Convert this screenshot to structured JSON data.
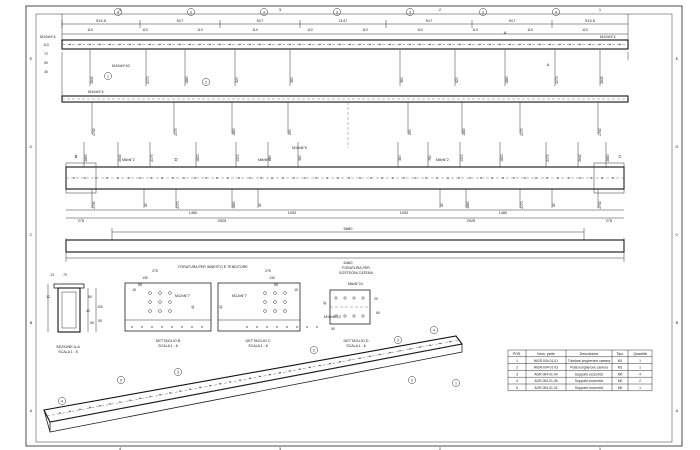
{
  "borders": {
    "cols_top": [
      "4",
      "3",
      "2",
      "1"
    ],
    "rows_left": [
      "E",
      "D",
      "C",
      "B",
      "A"
    ]
  },
  "top_view": {
    "dims_top": [
      "913.5",
      "917",
      "917",
      "1147",
      "917",
      "917",
      "913.5"
    ],
    "dims_small": [
      "110",
      "110",
      "110",
      "110",
      "110",
      "110",
      "110",
      "110",
      "110",
      "110"
    ],
    "callouts": [
      "4",
      "2",
      "3",
      "3",
      "3",
      "2",
      "4"
    ],
    "section_marks": [
      "A",
      "A"
    ],
    "label_left": "M10xN°4",
    "label_right": "M10xN°4",
    "label_bottom": "M10xN°40",
    "dims_left": [
      "110",
      "72",
      "50",
      "30"
    ],
    "dims_bottom": [
      "2640",
      "2070",
      "1880",
      "920",
      "360",
      "360",
      "920",
      "1880",
      "2070",
      "2640"
    ],
    "callouts_bottom": [
      "1",
      "2"
    ]
  },
  "strip_view": {
    "label": "M10xN°4",
    "dims": [
      "2740",
      "2070",
      "1880",
      "690",
      "690",
      "1880",
      "2070",
      "2740"
    ]
  },
  "side_view": {
    "dims_top": [
      "2860",
      "2640",
      "2070",
      "1820",
      "1300",
      "780",
      "360",
      "360",
      "780",
      "1300",
      "1820",
      "2070",
      "2640",
      "2860"
    ],
    "labels": [
      "M8xN°2",
      "M10xN°9",
      "M8xN°2",
      "M8xN°2"
    ],
    "detail_markers": [
      "B",
      "D",
      "C"
    ],
    "dims_small": [
      "2740",
      "40",
      "2070",
      "1880",
      "40",
      "40",
      "1880",
      "2070",
      "40",
      "2740"
    ],
    "dims_mid": [
      "1460",
      "1000",
      "1000",
      "1460"
    ],
    "dims_bottom": [
      "275",
      "2925",
      "2925",
      "275"
    ]
  },
  "full_view": {
    "dim_inner": "5680",
    "dim_total": "6460"
  },
  "section_aa": {
    "title": "SEZIONE A-A",
    "scale": "SCALA 1 : 5",
    "dims": [
      "13",
      "70",
      "12",
      "50",
      "40",
      "100",
      "50",
      "50"
    ]
  },
  "detail_b": {
    "header": "FORATURA PER INNESTO E TENDITORE",
    "title": "DETTAGLIO B",
    "scale": "SCALA 1 : 6",
    "dims": [
      "275",
      "130",
      "55",
      "15",
      "M12xN°7",
      "15",
      "55",
      "40",
      "40"
    ]
  },
  "detail_c": {
    "title": "DETTAGLIO C",
    "scale": "SCALA 1 : 6",
    "dims": [
      "275",
      "130",
      "55",
      "15",
      "M12xN°7",
      "15",
      "55",
      "40",
      "40"
    ]
  },
  "detail_d": {
    "header_1": "FORATURA PER",
    "header_2": "SOSTEGNI CATENA",
    "title": "DETTAGLIO D",
    "scale": "SCALA 1 : 6",
    "dims": [
      "M8xN°24",
      "40",
      "20",
      "50",
      "M10xN°12",
      "60"
    ]
  },
  "iso_view": {
    "callouts": [
      "4",
      "3",
      "2",
      "1",
      "2",
      "3",
      "5",
      "4"
    ]
  },
  "bom": {
    "headers": [
      "POS.",
      "Nom. parte",
      "Descrizione",
      "Tipo.",
      "Quantità"
    ],
    "rows": [
      [
        "1",
        "WGR-004-01-01",
        "Tubolare longherone camera",
        "M1",
        "1"
      ],
      [
        "2",
        "WGR-004-01-03",
        "Piatto longherone camera",
        "M1",
        "1"
      ],
      [
        "3",
        "AGR-004-01-04",
        "Supporto eccentrici",
        "M0",
        "4"
      ],
      [
        "4",
        "AGR-004-01-06",
        "Supporto eccentrici",
        "M0",
        "2"
      ],
      [
        "5",
        "AGR-004-01-02",
        "Supporto eccentrici",
        "M0",
        "1"
      ]
    ]
  }
}
